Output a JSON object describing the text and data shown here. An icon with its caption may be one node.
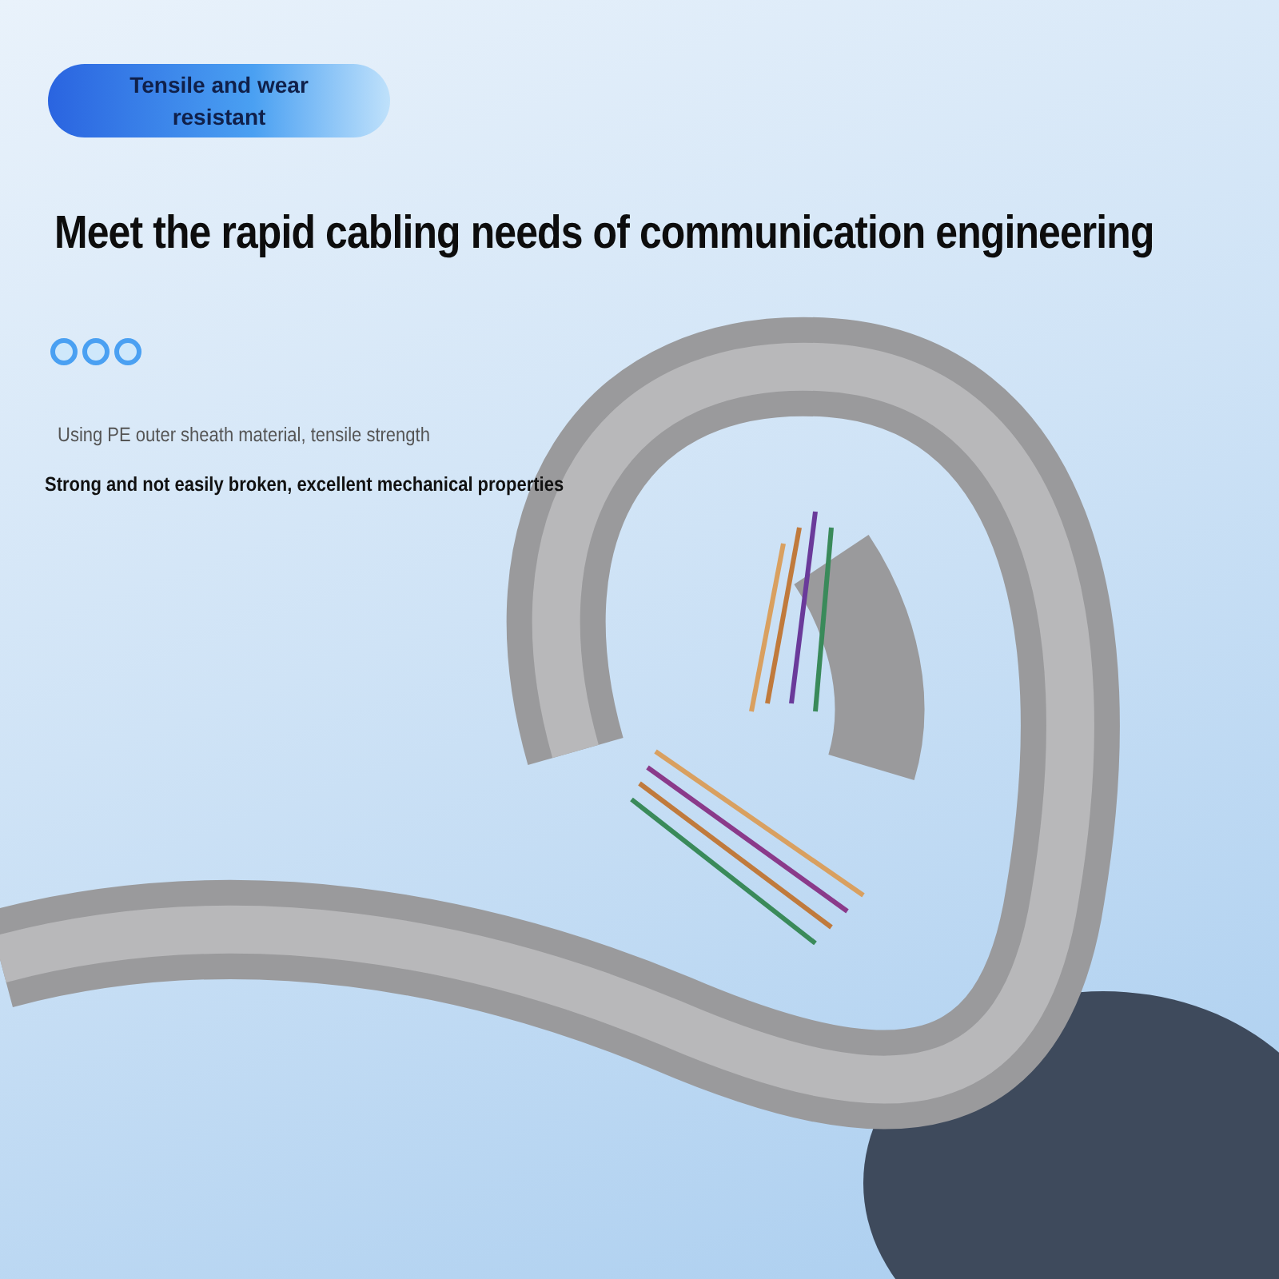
{
  "diagram": {
    "title": "Meet the rapid cabling needs of communication engineering",
    "nodes": [
      {
        "text": [
          "Tensile and wear resistant"
        ]
      }
    ],
    "labels": [
      "Using PE outer sheath material, tensile strength",
      "Strong and not easily broken, excellent mechanical properties"
    ]
  }
}
